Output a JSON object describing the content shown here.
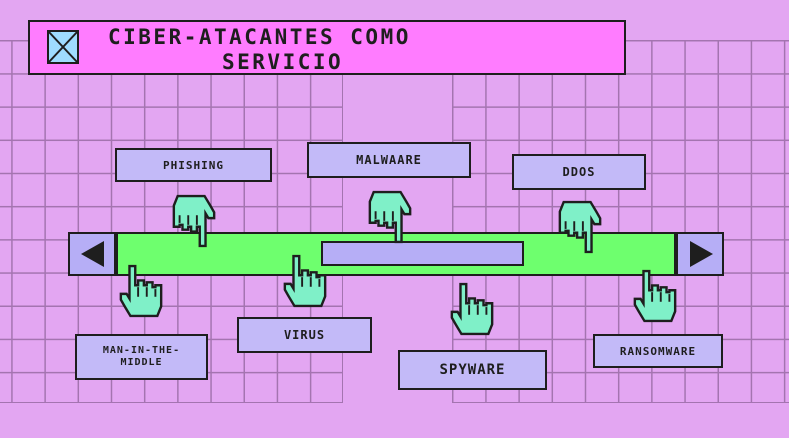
{
  "title": {
    "line1": "CIBER-ATACANTES COMO",
    "line2": "SERVICIO",
    "icon": "window-close-icon"
  },
  "labels": {
    "phishing": "PHISHING",
    "malwaare": "MALWAARE",
    "ddos": "DDOS",
    "mitm_line1": "MAN-IN-THE-",
    "mitm_line2": "MIDDLE",
    "virus": "VIRUS",
    "spyware": "SPYWARE",
    "ransomware": "RANSOMWARE"
  },
  "colors": {
    "background": "#e3a6f2",
    "grid": "#a474b0",
    "title_bg": "#ff7cff",
    "bar": "#6eff6e",
    "label_bg": "#c3baf8",
    "hand": "#7ff0c8",
    "outline": "#1e1e1e"
  },
  "icons": {
    "left": "arrow-left-icon",
    "right": "arrow-right-icon",
    "hand": "pointing-hand-icon"
  }
}
